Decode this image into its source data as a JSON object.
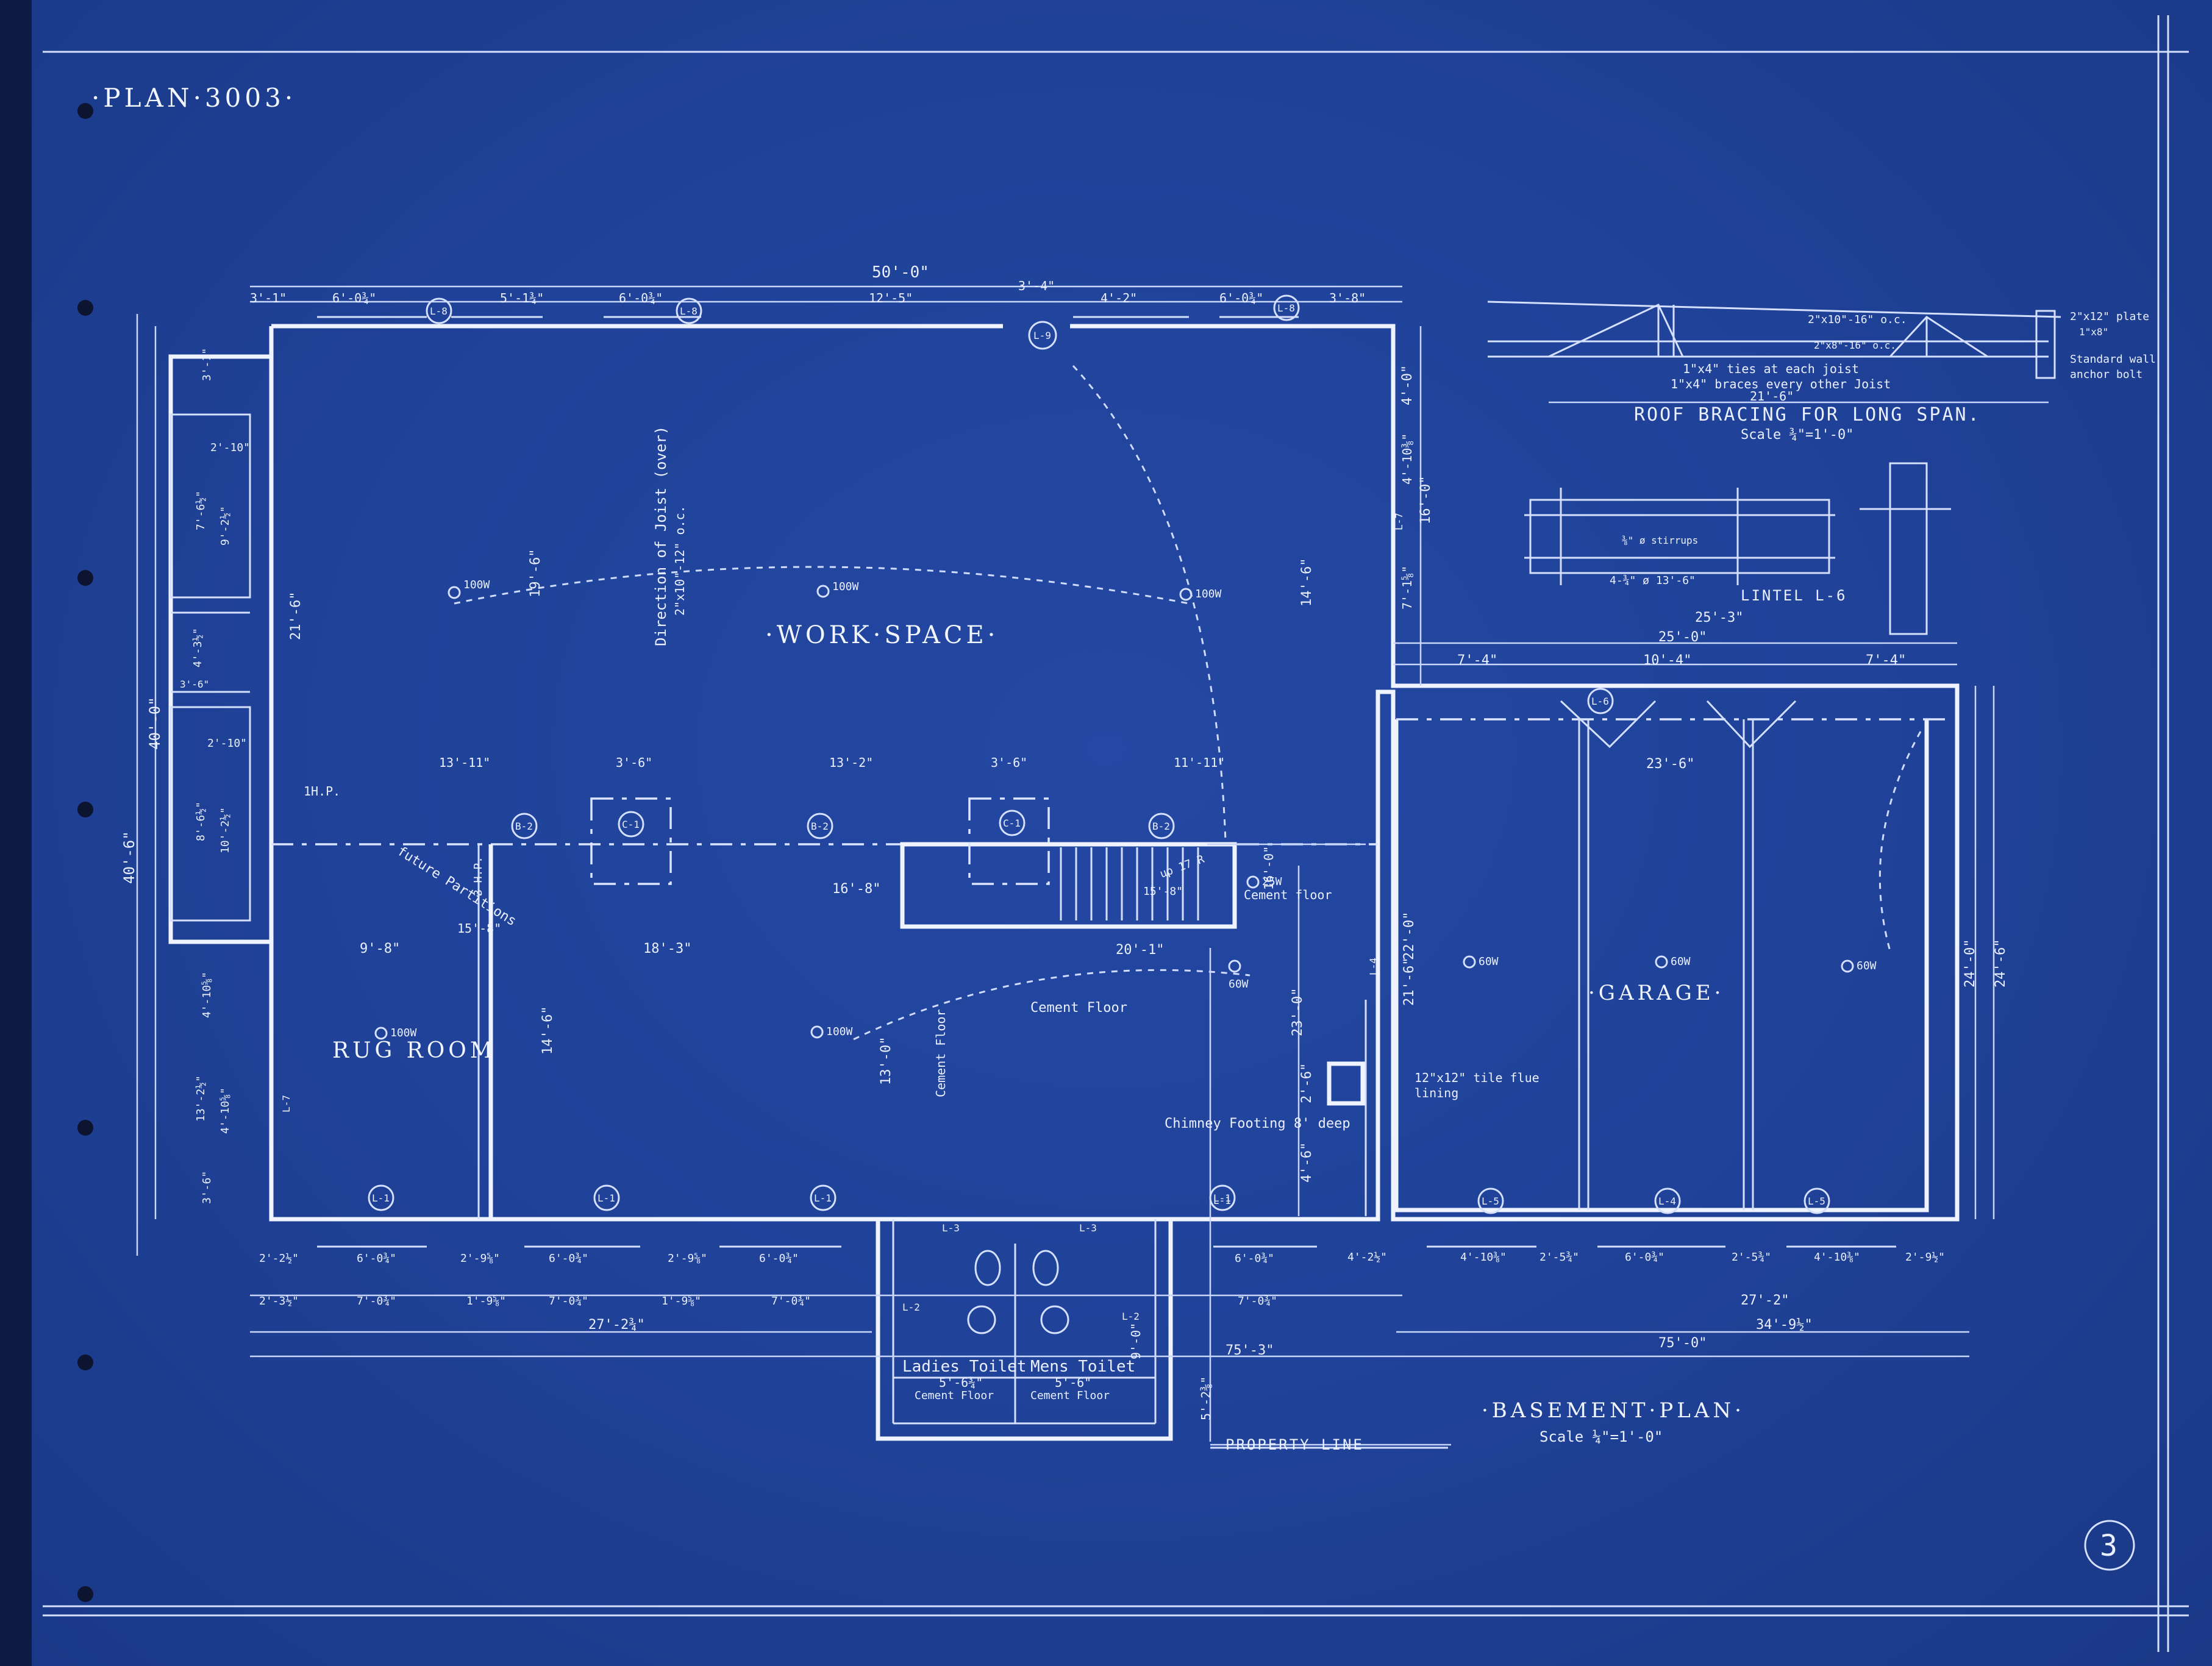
{
  "sheet": {
    "plan_number": "·PLAN·3003·",
    "sheet_number": "3",
    "title": "·BASEMENT·PLAN·",
    "scale": "Scale ¼\"=1'-0\"",
    "property_line": "PROPERTY LINE"
  },
  "rooms": {
    "work_space": "·WORK·SPACE·",
    "rug_room": "RUG ROOM",
    "garage": "·GARAGE·",
    "ladies_toilet": "Ladies Toilet",
    "mens_toilet": "Mens Toilet"
  },
  "notes": {
    "joist_direction_1": "Direction of Joist (over)",
    "joist_direction_2": "2\"x10\"-12\" o.c.",
    "future_partitions": "future Partitions",
    "cement_floor_a": "Cement Floor",
    "cement_floor_b": "Cement Floor",
    "cement_floor_c": "Cement floor",
    "cement_floor_ladies": "Cement Floor",
    "cement_floor_mens": "Cement Floor",
    "chimney_footing": "Chimney Footing 8' deep",
    "tile_flue_1": "12\"x12\" tile flue",
    "tile_flue_2": "lining",
    "hp1": "1H.P.",
    "hp2": "3 H.P.",
    "up_stairs": "up 17 R"
  },
  "lights": [
    "100W",
    "100W",
    "100W",
    "100W",
    "100W",
    "25W",
    "60W",
    "60W",
    "60W",
    "60W"
  ],
  "dimensions": {
    "overall_top": "50'-0\"",
    "top_segments": [
      "3'-1\"",
      "6'-0¾\"",
      "5'-1¾\"",
      "6'-0¾\"",
      "12'-5\"",
      "3'-4\"",
      "4'-2\"",
      "6'-0¾\"",
      "3'-8\""
    ],
    "left_overall": "40'-6\"",
    "left_inner": "40'-0\"",
    "left_segments": [
      "3'-1\"",
      "2'-10\"",
      "7'-6½\"",
      "9'-2½\"",
      "4'-3½\"",
      "3'-6\"",
      "2'-10\"",
      "8'-6½\"",
      "10'-2½\"",
      "4'-10⅝\"",
      "13'-2½\"",
      "4'-10⅝\"",
      "3'-6\""
    ],
    "workspace": [
      "19'-6\"",
      "21'-6\"",
      "14'-6\"",
      "13'-11\"",
      "3'-6\"",
      "13'-2\"",
      "3'-6\"",
      "11'-11\""
    ],
    "center": [
      "15'-8\"",
      "16'-8\"",
      "9'-8\"",
      "18'-3\"",
      "20'-1\"",
      "14'-6\"",
      "13'-0\"",
      "15'-8\"",
      "16'-0\"",
      "23'-0\"",
      "2'-6\"",
      "4'-6\""
    ],
    "right_column": [
      "4'-0\"",
      "4'-10⅜\"",
      "16'-0\"",
      "7'-1⅝\"",
      "22'-0\"",
      "21'-6\""
    ],
    "garage": [
      "25'-3\"",
      "25'-0\"",
      "7'-4\"",
      "10'-4\"",
      "7'-4\"",
      "23'-6\"",
      "24'-0\"",
      "24'-6\""
    ],
    "bottom_row_1": [
      "2'-2½\"",
      "6'-0¾\"",
      "2'-9⅝\"",
      "6'-0¾\"",
      "2'-9⅝\"",
      "6'-0¾\"",
      "6'-0¾\"",
      "4'-2½\"",
      "4'-10⅜\"",
      "2'-5¾\"",
      "6'-0¾\"",
      "2'-5¾\"",
      "4'-10⅜\"",
      "2'-9½\""
    ],
    "bottom_row_2": [
      "2'-3½\"",
      "7'-0¾\"",
      "1'-9⅝\"",
      "7'-0¾\"",
      "1'-9⅝\"",
      "7'-0¾\"",
      "7'-0¾\""
    ],
    "bottom_overall": [
      "27'-2¾\"",
      "75'-3\"",
      "75'-0\"",
      "27'-2\"",
      "34'-9½\""
    ],
    "toilets": [
      "5'-6¾\"",
      "5'-6\"",
      "9'-0\"",
      "5'-2⅜\""
    ]
  },
  "tags": {
    "lintels_top": [
      "L-8",
      "L-8",
      "L-9",
      "L-8"
    ],
    "lintels_bottom": [
      "L-1",
      "L-1",
      "L-1",
      "L-1",
      "L-3",
      "L-3",
      "L-1",
      "L-5",
      "L-4",
      "L-5"
    ],
    "lintels_side": [
      "L-7",
      "L-7",
      "L-4",
      "L-6",
      "L-2",
      "L-2"
    ],
    "beams": [
      "B-2",
      "B-2",
      "B-2"
    ],
    "columns": [
      "C-1",
      "C-1"
    ]
  },
  "roof_bracing": {
    "title": "ROOF BRACING FOR LONG SPAN.",
    "scale": "Scale ¾\"=1'-0\"",
    "note_ties": "1\"x4\" ties at each joist",
    "note_braces": "1\"x4\" braces every other Joist",
    "span": "21'-6\"",
    "joist_top": "2\"x10\"-16\" o.c.",
    "joist_bottom": "2\"x8\"-16\" o.c.",
    "plate": "2\"x12\" plate",
    "plate2": "1\"x8\"",
    "anchor_1": "Standard wall",
    "anchor_2": "anchor bolt"
  },
  "lintel_detail": {
    "title": "LINTEL L-6",
    "stirrups": "⅜\" ø stirrups",
    "bars": "4-¾\" ø 13'-6\""
  }
}
